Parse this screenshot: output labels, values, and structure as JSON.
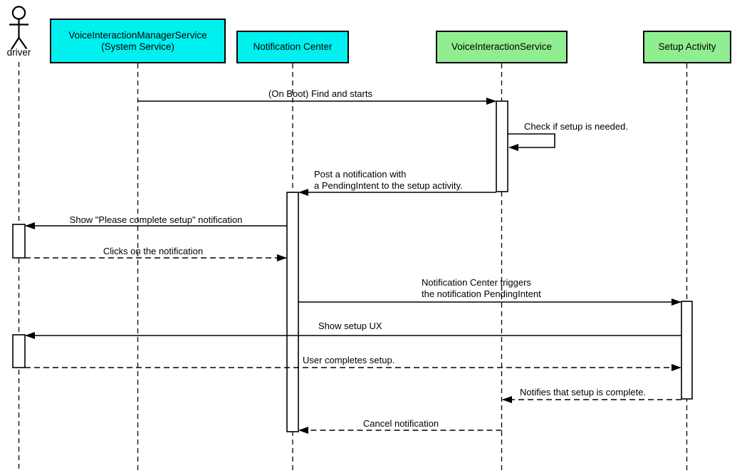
{
  "diagram_type": "uml-sequence",
  "actor": {
    "label": "driver"
  },
  "participants": [
    {
      "line1": "VoiceInteractionManagerService",
      "line2": "(System Service)",
      "fill": "#00F0F0"
    },
    {
      "line1": "Notification Center",
      "fill": "#00F0F0"
    },
    {
      "line1": "VoiceInteractionService",
      "fill": "#90EE90"
    },
    {
      "line1": "Setup Activity",
      "fill": "#90EE90"
    }
  ],
  "messages": [
    {
      "from": "VoiceInteractionManagerService (System Service)",
      "to": "VoiceInteractionService",
      "style": "solid",
      "line1": "(On Boot) Find and starts"
    },
    {
      "from": "VoiceInteractionService",
      "to": "VoiceInteractionService",
      "style": "solid-self",
      "line1": "Check if setup is needed."
    },
    {
      "from": "VoiceInteractionService",
      "to": "Notification Center",
      "style": "solid",
      "line1": "Post a notification with",
      "line2": "a PendingIntent to the setup activity."
    },
    {
      "from": "Notification Center",
      "to": "driver",
      "style": "solid",
      "line1": "Show \"Please complete setup\" notification"
    },
    {
      "from": "driver",
      "to": "Notification Center",
      "style": "dashed",
      "line1": "Clicks on the notification"
    },
    {
      "from": "Notification Center",
      "to": "Setup Activity",
      "style": "solid",
      "line1": "Notification Center triggers",
      "line2": "the notification PendingIntent"
    },
    {
      "from": "Setup Activity",
      "to": "driver",
      "style": "solid",
      "line1": "Show setup UX"
    },
    {
      "from": "driver",
      "to": "Setup Activity",
      "style": "dashed",
      "line1": "User completes setup."
    },
    {
      "from": "Setup Activity",
      "to": "VoiceInteractionService",
      "style": "dashed",
      "line1": "Notifies that setup is complete."
    },
    {
      "from": "VoiceInteractionService",
      "to": "Notification Center",
      "style": "dashed",
      "line1": "Cancel notification"
    }
  ],
  "colors": {
    "system_service_fill": "#00F0F0",
    "app_component_fill": "#90EE90",
    "stroke": "#000000",
    "background": "#FFFFFF"
  }
}
